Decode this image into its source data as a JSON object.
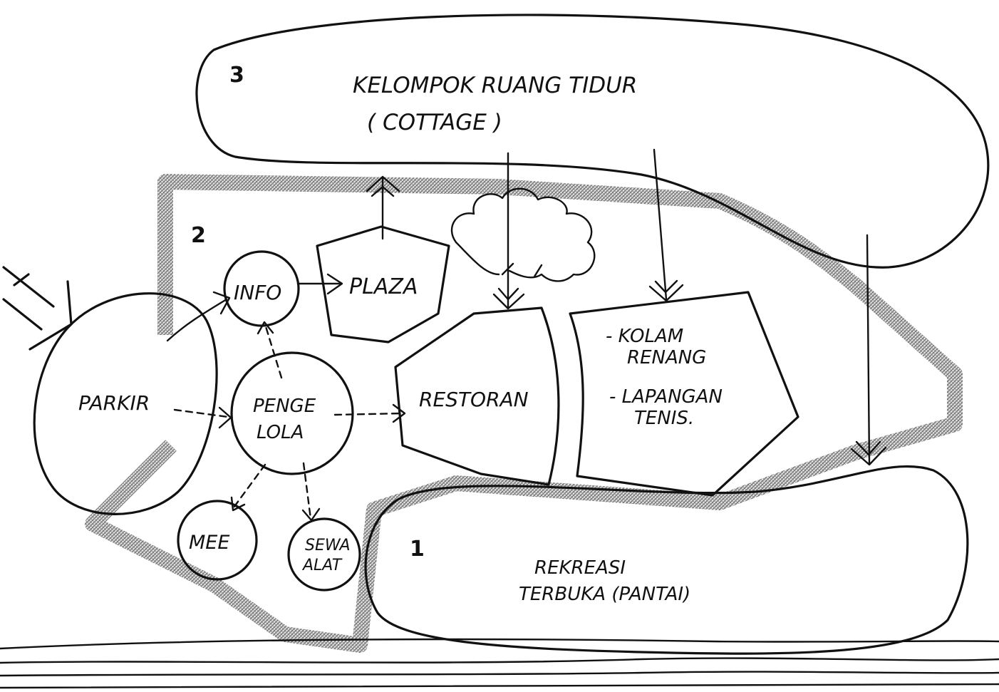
{
  "zones": {
    "zone_3_number": "3",
    "zone_2_number": "2",
    "zone_1_number": "1",
    "cottage_line1": "KELOMPOK   RUANG   TIDUR",
    "cottage_line2": "(   COTTAGE   )",
    "info": "INFO",
    "plaza": "PLAZA",
    "parkir": "PARKIR",
    "pengelola_line1": "PENGE",
    "pengelola_line2": "LOLA",
    "restoran": "RESTORAN",
    "kolam": "- KOLAM",
    "renang": "RENANG",
    "lapangan": "- LAPANGAN",
    "tenis": "TENIS.",
    "mee": "MEE",
    "sewa": "SEWA",
    "alat": "ALAT",
    "rekreasi_line1": "REKREASI",
    "rekreasi_line2": "TERBUKA   (PANTAI)"
  },
  "colors": {
    "ink": "#111111",
    "hatch": "#9a9a9a",
    "paper": "#ffffff"
  },
  "icons": {
    "tree": "tree-icon",
    "entry_arrow": "entry-arrow-icon"
  }
}
